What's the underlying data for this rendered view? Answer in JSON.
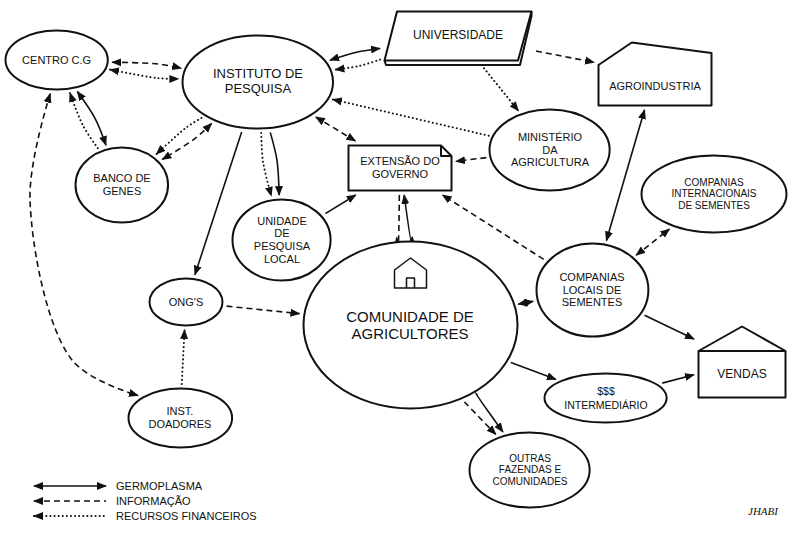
{
  "diagram": {
    "nodes": [
      {
        "text": [
          "CENTRO C.G"
        ]
      },
      {
        "text": [
          "INSTITUTO DE PESQUISA"
        ]
      },
      {
        "text": [
          "UNIVERSIDADE"
        ]
      },
      {
        "text": [
          "AGROINDUSTRIA"
        ]
      },
      {
        "text": [
          "BANCO DE GENES"
        ]
      },
      {
        "text": [
          "EXTENSÃO DO GOVERNO"
        ]
      },
      {
        "text": [
          "MINISTÉRIO DA AGRICULTURA"
        ]
      },
      {
        "text": [
          "UNIDADE DE PESQUISA LOCAL"
        ]
      },
      {
        "text": [
          "COMPANIAS INTERNACIONAIS DE SEMENTES"
        ]
      },
      {
        "text": [
          "ONG'S"
        ]
      },
      {
        "text": [
          "COMUNIDADE DE AGRICULTORES"
        ]
      },
      {
        "text": [
          "COMPANIAS LOCAIS DE SEMENTES"
        ]
      },
      {
        "text": [
          "VENDAS"
        ]
      },
      {
        "text": [
          "$$$",
          "INTERMEDIÁRIO"
        ]
      },
      {
        "text": [
          "INST. DOADORES"
        ]
      },
      {
        "text": [
          "OUTRAS FAZENDAS E COMUNIDADES"
        ]
      }
    ],
    "edges": [
      {
        "from": 0,
        "to": 1,
        "arrow": "both"
      },
      {
        "from": 0,
        "to": 1,
        "arrow": "both"
      },
      {
        "from": 0,
        "to": 4,
        "arrow": "both"
      },
      {
        "from": 4,
        "to": 0,
        "arrow": "to"
      },
      {
        "from": 0,
        "to": 14,
        "arrow": "both"
      },
      {
        "from": 1,
        "to": 4,
        "arrow": "both"
      },
      {
        "from": 1,
        "to": 4,
        "arrow": "to"
      },
      {
        "from": 1,
        "to": 2,
        "arrow": "both"
      },
      {
        "from": 2,
        "to": 1,
        "arrow": "to"
      },
      {
        "from": 2,
        "to": 3,
        "arrow": "to"
      },
      {
        "from": 2,
        "to": 6,
        "arrow": "to"
      },
      {
        "from": 1,
        "to": 5,
        "arrow": "both"
      },
      {
        "from": 6,
        "to": 1,
        "arrow": "to"
      },
      {
        "from": 6,
        "to": 5,
        "arrow": "to"
      },
      {
        "from": 1,
        "to": 7,
        "arrow": "to"
      },
      {
        "from": 1,
        "to": 7,
        "arrow": "to"
      },
      {
        "from": 1,
        "to": 9,
        "arrow": "to"
      },
      {
        "from": 7,
        "to": 5,
        "arrow": "to"
      },
      {
        "from": 5,
        "to": 10,
        "arrow": "both"
      },
      {
        "from": 5,
        "to": 10,
        "arrow": "to"
      },
      {
        "from": 11,
        "to": 5,
        "arrow": "to"
      },
      {
        "from": 3,
        "to": 11,
        "arrow": "both"
      },
      {
        "from": 11,
        "to": 8,
        "arrow": "both"
      },
      {
        "from": 11,
        "to": 12,
        "arrow": "to"
      },
      {
        "from": 10,
        "to": 11,
        "arrow": "both"
      },
      {
        "from": 10,
        "to": 13,
        "arrow": "to"
      },
      {
        "from": 13,
        "to": 12,
        "arrow": "to"
      },
      {
        "from": 10,
        "to": 15,
        "arrow": "to"
      },
      {
        "from": 10,
        "to": 15,
        "arrow": "to"
      },
      {
        "from": 9,
        "to": 10,
        "arrow": "to"
      },
      {
        "from": 14,
        "to": 9,
        "arrow": "to"
      }
    ],
    "labels": [
      "JHABI"
    ],
    "legend": [
      {
        "text": "GERMOPLASMA"
      },
      {
        "text": "INFORMAÇÃO"
      },
      {
        "text": "RECURSOS FINANCEIROS"
      }
    ]
  }
}
